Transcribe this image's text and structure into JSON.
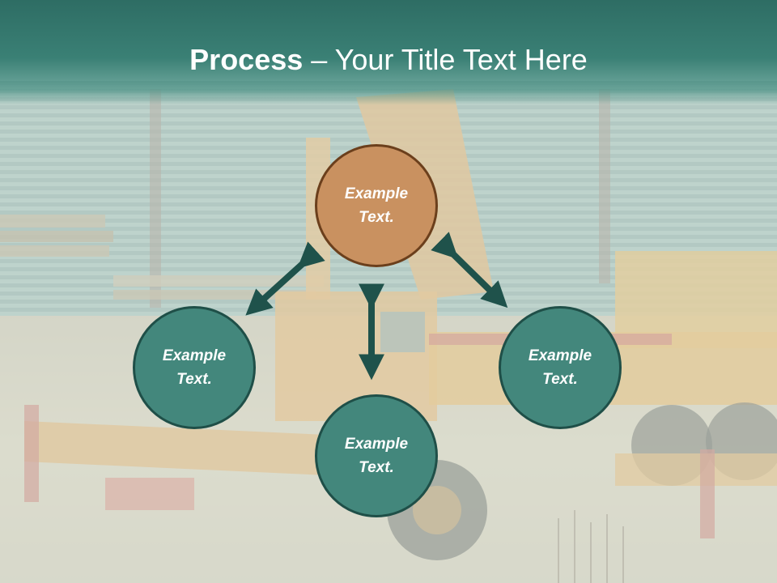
{
  "header": {
    "title_strong": "Process",
    "title_rest": " – Your Title Text Here"
  },
  "diagram": {
    "nodes": [
      {
        "id": "top",
        "label_line1": "Example",
        "label_line2": "Text."
      },
      {
        "id": "left",
        "label_line1": "Example",
        "label_line2": "Text."
      },
      {
        "id": "right",
        "label_line1": "Example",
        "label_line2": "Text."
      },
      {
        "id": "bottom",
        "label_line1": "Example",
        "label_line2": "Text."
      }
    ]
  },
  "colors": {
    "header": "#2e6d64",
    "node_teal": "#43877c",
    "node_orange": "#c99160",
    "arrow": "#1f524b"
  }
}
